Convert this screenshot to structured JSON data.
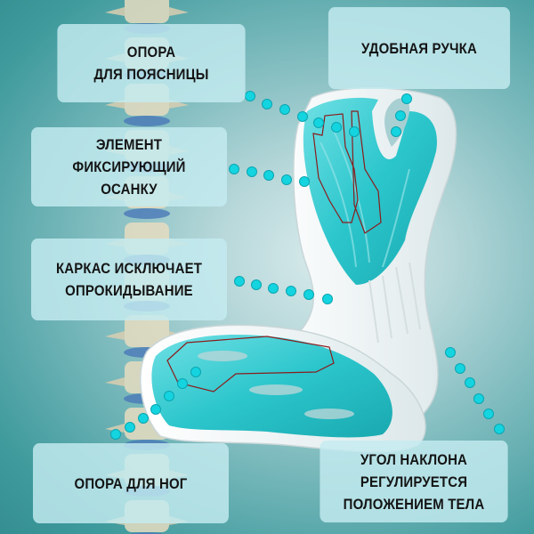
{
  "infographic": {
    "subject": "orthopedic posture seat",
    "colors": {
      "background_dark": "#358f92",
      "background_light": "#d9ebec",
      "card_fill": "#c4ecf0",
      "seat_accent": "#2bc6cc",
      "seat_frame": "#f2f6f6",
      "callout_dot": "#14d4e0",
      "outline_red": "#8a1c1c",
      "text": "#141414"
    },
    "callouts": [
      {
        "id": "lumbar-support",
        "label": "ОПОРА\nДЛЯ ПОЯСНИЦЫ"
      },
      {
        "id": "posture-fixing-element",
        "label": "ЭЛЕМЕНТ\nФИКСИРУЮЩИЙ\nОСАНКУ"
      },
      {
        "id": "anti-tip-frame",
        "label": "КАРКАС ИСКЛЮЧАЕТ\nОПРОКИДЫВАНИЕ"
      },
      {
        "id": "handle",
        "label": "УДОБНАЯ РУЧКА"
      },
      {
        "id": "leg-support",
        "label": "ОПОРА ДЛЯ НОГ"
      },
      {
        "id": "tilt-angle",
        "label": "УГОЛ НАКЛОНА\nРЕГУЛИРУЕТСЯ\nПОЛОЖЕНИЕМ ТЕЛА"
      }
    ]
  }
}
